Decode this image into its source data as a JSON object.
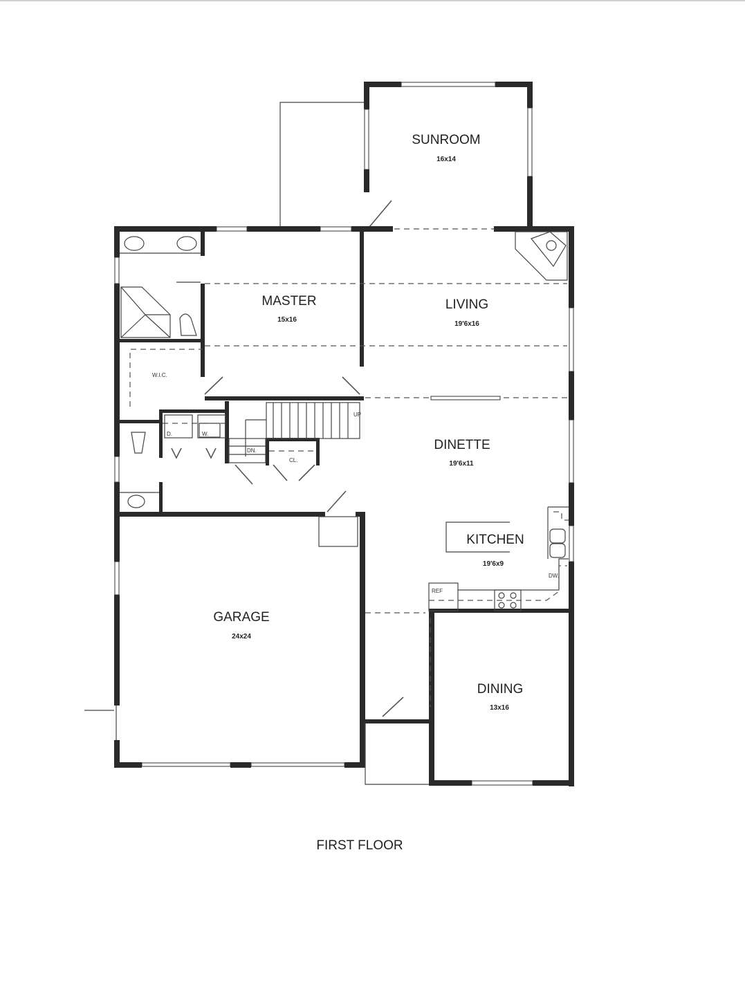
{
  "plan": {
    "title": "FIRST FLOOR",
    "colors": {
      "wall": "#2a2a2a",
      "paper": "#ffffff",
      "line": "#444444"
    },
    "rooms": {
      "sunroom": {
        "name": "SUNROOM",
        "dims": "16x14"
      },
      "master": {
        "name": "MASTER",
        "dims": "15x16"
      },
      "living": {
        "name": "LIVING",
        "dims": "19'6x16"
      },
      "dinette": {
        "name": "DINETTE",
        "dims": "19'6x11"
      },
      "kitchen": {
        "name": "KITCHEN",
        "dims": "19'6x9"
      },
      "garage": {
        "name": "GARAGE",
        "dims": "24x24"
      },
      "dining": {
        "name": "DINING",
        "dims": "13x16"
      }
    },
    "annotations": {
      "wic": "W.I.C.",
      "dryer": "D.",
      "washer": "W.",
      "stairs_down": "DN.",
      "stairs_up": "UP",
      "closet": "CL.",
      "refrigerator": "REF",
      "dishwasher": "DW."
    }
  }
}
